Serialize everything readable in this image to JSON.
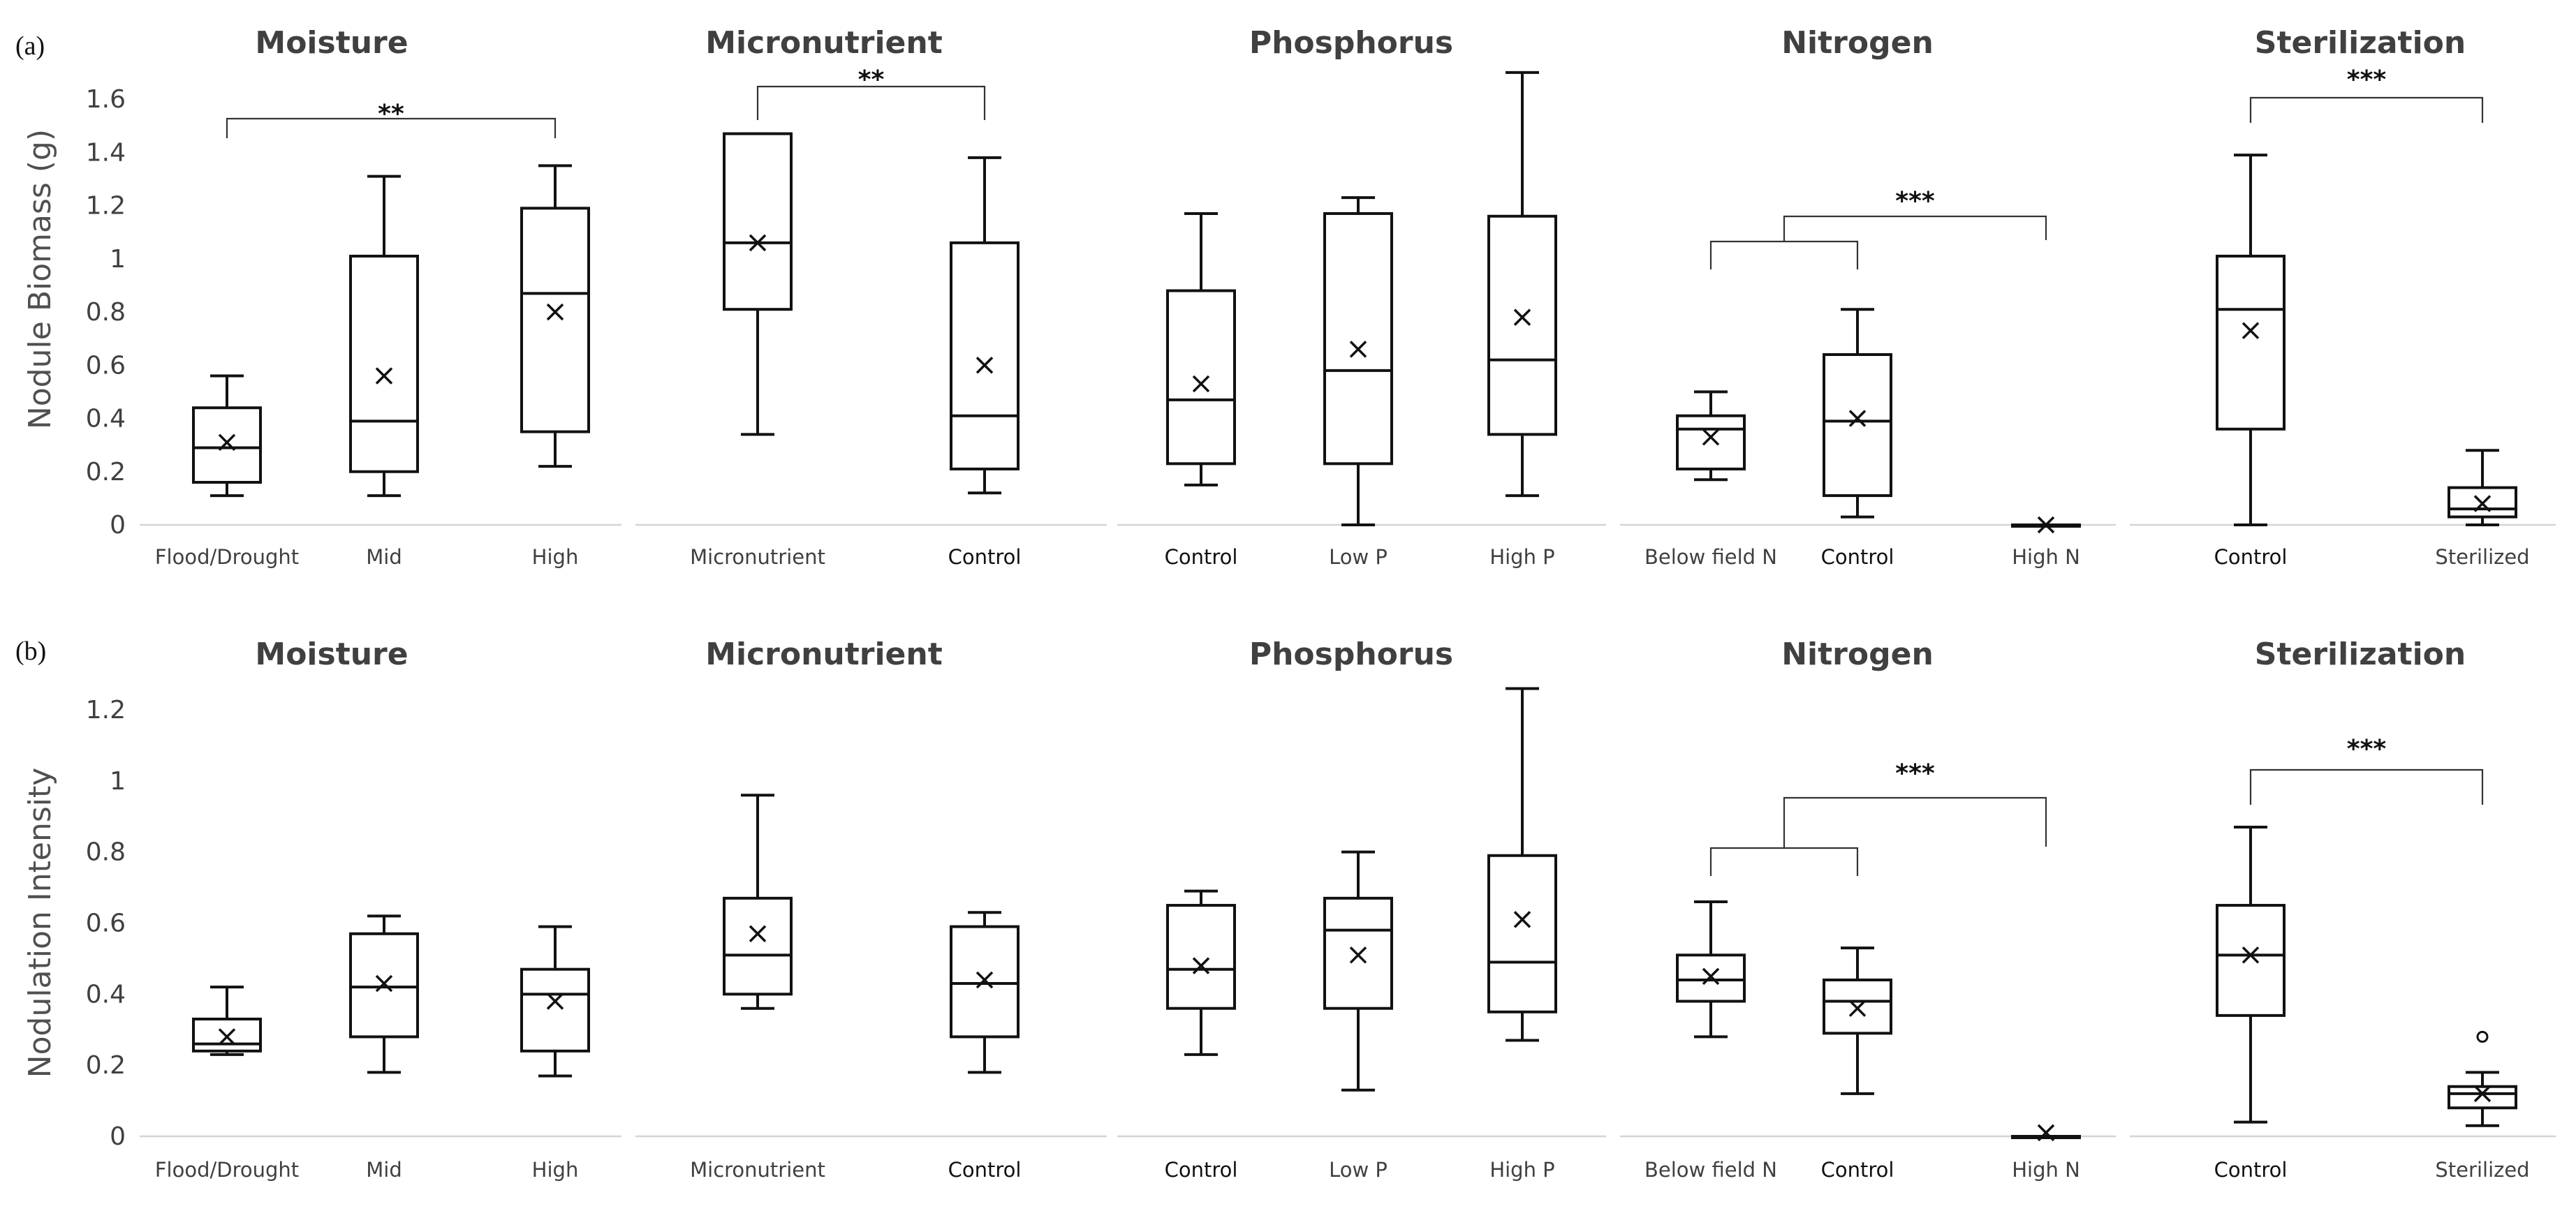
{
  "chart_data": [
    {
      "type": "box",
      "panel_label": "(a)",
      "ylabel": "Nodule Biomass (g)",
      "ylim": [
        0,
        1.6
      ],
      "yticks": [
        "0",
        "0.2",
        "0.4",
        "0.6",
        "0.8",
        "1",
        "1.2",
        "1.4",
        "1.6"
      ],
      "groups": [
        {
          "title": "Moisture",
          "boxes": [
            {
              "label": "Flood/Drought",
              "min": 0.11,
              "q1": 0.16,
              "median": 0.29,
              "q3": 0.44,
              "max": 0.56,
              "mean": 0.31
            },
            {
              "label": "Mid",
              "min": 0.11,
              "q1": 0.2,
              "median": 0.39,
              "q3": 1.01,
              "max": 1.31,
              "mean": 0.56
            },
            {
              "label": "High",
              "min": 0.22,
              "q1": 0.35,
              "median": 0.87,
              "q3": 1.19,
              "max": 1.35,
              "mean": 0.8
            }
          ],
          "significance": [
            {
              "label": "**",
              "from": 0,
              "to": 2
            }
          ]
        },
        {
          "title": "Micronutrient",
          "boxes": [
            {
              "label": "Micronutrient",
              "min": 0.34,
              "q1": 0.81,
              "median": 1.06,
              "q3": 1.47,
              "max": 1.47,
              "mean": 1.06
            },
            {
              "label": "Control",
              "min": 0.12,
              "q1": 0.21,
              "median": 0.41,
              "q3": 1.06,
              "max": 1.38,
              "mean": 0.6
            }
          ],
          "significance": [
            {
              "label": "**",
              "from": 0,
              "to": 1
            }
          ]
        },
        {
          "title": "Phosphorus",
          "boxes": [
            {
              "label": "Control",
              "min": 0.15,
              "q1": 0.23,
              "median": 0.47,
              "q3": 0.88,
              "max": 1.17,
              "mean": 0.53
            },
            {
              "label": "Low P",
              "min": 0.0,
              "q1": 0.23,
              "median": 0.58,
              "q3": 1.17,
              "max": 1.23,
              "mean": 0.66
            },
            {
              "label": "High P",
              "min": 0.11,
              "q1": 0.34,
              "median": 0.62,
              "q3": 1.16,
              "max": 1.7,
              "mean": 0.78
            }
          ],
          "significance": []
        },
        {
          "title": "Nitrogen",
          "boxes": [
            {
              "label": "Below field N",
              "min": 0.17,
              "q1": 0.21,
              "median": 0.36,
              "q3": 0.41,
              "max": 0.5,
              "mean": 0.33
            },
            {
              "label": "Control",
              "min": 0.03,
              "q1": 0.11,
              "median": 0.39,
              "q3": 0.64,
              "max": 0.81,
              "mean": 0.4
            },
            {
              "label": "High N",
              "min": 0.0,
              "q1": 0.0,
              "median": 0.0,
              "q3": 0.0,
              "max": 0.0,
              "mean": 0.0
            }
          ],
          "significance": [
            {
              "label": "***",
              "from": "0-1",
              "to": 2
            }
          ]
        },
        {
          "title": "Sterilization",
          "boxes": [
            {
              "label": "Control",
              "min": 0.0,
              "q1": 0.36,
              "median": 0.81,
              "q3": 1.01,
              "max": 1.39,
              "mean": 0.73
            },
            {
              "label": "Sterilized",
              "min": 0.0,
              "q1": 0.03,
              "median": 0.06,
              "q3": 0.14,
              "max": 0.28,
              "mean": 0.08
            }
          ],
          "significance": [
            {
              "label": "***",
              "from": 0,
              "to": 1
            }
          ]
        }
      ]
    },
    {
      "type": "box",
      "panel_label": "(b)",
      "ylabel": "Nodulation Intensity",
      "ylim": [
        0,
        1.2
      ],
      "yticks": [
        "0",
        "0.2",
        "0.4",
        "0.6",
        "0.8",
        "1",
        "1.2"
      ],
      "groups": [
        {
          "title": "Moisture",
          "boxes": [
            {
              "label": "Flood/Drought",
              "min": 0.23,
              "q1": 0.24,
              "median": 0.26,
              "q3": 0.33,
              "max": 0.42,
              "mean": 0.28
            },
            {
              "label": "Mid",
              "min": 0.18,
              "q1": 0.28,
              "median": 0.42,
              "q3": 0.57,
              "max": 0.62,
              "mean": 0.43
            },
            {
              "label": "High",
              "min": 0.17,
              "q1": 0.24,
              "median": 0.4,
              "q3": 0.47,
              "max": 0.59,
              "mean": 0.38
            }
          ],
          "significance": []
        },
        {
          "title": "Micronutrient",
          "boxes": [
            {
              "label": "Micronutrient",
              "min": 0.36,
              "q1": 0.4,
              "median": 0.51,
              "q3": 0.67,
              "max": 0.96,
              "mean": 0.57
            },
            {
              "label": "Control",
              "min": 0.18,
              "q1": 0.28,
              "median": 0.43,
              "q3": 0.59,
              "max": 0.63,
              "mean": 0.44
            }
          ],
          "significance": []
        },
        {
          "title": "Phosphorus",
          "boxes": [
            {
              "label": "Control",
              "min": 0.23,
              "q1": 0.36,
              "median": 0.47,
              "q3": 0.65,
              "max": 0.69,
              "mean": 0.48
            },
            {
              "label": "Low P",
              "min": 0.13,
              "q1": 0.36,
              "median": 0.58,
              "q3": 0.67,
              "max": 0.8,
              "mean": 0.51
            },
            {
              "label": "High P",
              "min": 0.27,
              "q1": 0.35,
              "median": 0.49,
              "q3": 0.79,
              "max": 1.26,
              "mean": 0.61
            }
          ],
          "significance": []
        },
        {
          "title": "Nitrogen",
          "boxes": [
            {
              "label": "Below field N",
              "min": 0.28,
              "q1": 0.38,
              "median": 0.44,
              "q3": 0.51,
              "max": 0.66,
              "mean": 0.45
            },
            {
              "label": "Control",
              "min": 0.12,
              "q1": 0.29,
              "median": 0.38,
              "q3": 0.44,
              "max": 0.53,
              "mean": 0.36
            },
            {
              "label": "High N",
              "min": 0.0,
              "q1": 0.0,
              "median": 0.0,
              "q3": 0.0,
              "max": 0.0,
              "mean": 0.01
            }
          ],
          "significance": [
            {
              "label": "***",
              "from": "0-1",
              "to": 2
            }
          ]
        },
        {
          "title": "Sterilization",
          "boxes": [
            {
              "label": "Control",
              "min": 0.04,
              "q1": 0.34,
              "median": 0.51,
              "q3": 0.65,
              "max": 0.87,
              "mean": 0.51
            },
            {
              "label": "Sterilized",
              "min": 0.03,
              "q1": 0.08,
              "median": 0.12,
              "q3": 0.14,
              "max": 0.18,
              "mean": 0.12,
              "outliers": [
                0.28
              ]
            }
          ],
          "significance": [
            {
              "label": "***",
              "from": 0,
              "to": 1
            }
          ]
        }
      ]
    }
  ]
}
